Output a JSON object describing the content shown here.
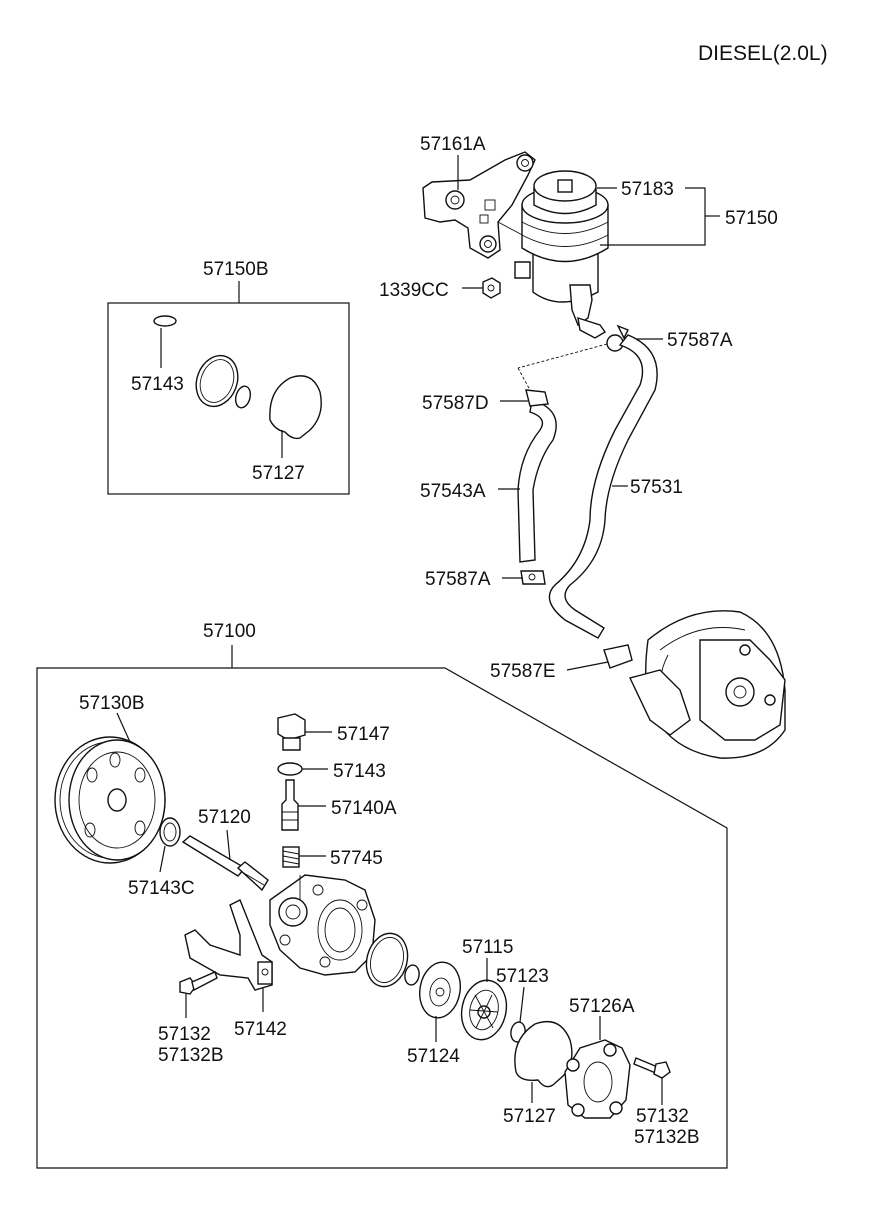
{
  "title": "DIESEL(2.0L)",
  "labels": {
    "p57161A": "57161A",
    "p57183": "57183",
    "p57150": "57150",
    "p1339CC": "1339CC",
    "p57587A_top": "57587A",
    "p57587D": "57587D",
    "p57543A": "57543A",
    "p57531": "57531",
    "p57587A_mid": "57587A",
    "p57587E": "57587E",
    "p57150B": "57150B",
    "p57143_kit": "57143",
    "p57127_kit": "57127",
    "p57100": "57100",
    "p57130B": "57130B",
    "p57147": "57147",
    "p57143": "57143",
    "p57140A": "57140A",
    "p57120": "57120",
    "p57745": "57745",
    "p57143C": "57143C",
    "p57115": "57115",
    "p57123": "57123",
    "p57126A": "57126A",
    "p57132_left": "57132",
    "p57132B_left": "57132B",
    "p57142": "57142",
    "p57124": "57124",
    "p57127": "57127",
    "p57132_right": "57132",
    "p57132B_right": "57132B"
  }
}
